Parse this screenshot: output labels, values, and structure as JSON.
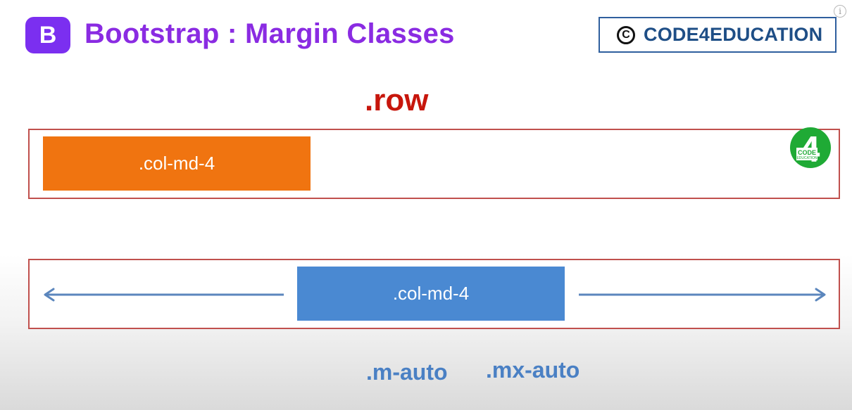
{
  "header": {
    "logo_letter": "B",
    "title": "Bootstrap : Margin Classes",
    "brand_symbol": "C",
    "brand_name": "CODE4EDUCATION",
    "info_symbol": "i"
  },
  "diagram": {
    "row_label": ".row",
    "row1_col_label": ".col-md-4",
    "row2_col_label": ".col-md-4",
    "mini_logo": {
      "digit": "4",
      "word1": "CODE",
      "word2": "EDUCATION"
    },
    "margin_classes": [
      ".m-auto",
      ".mx-auto"
    ]
  },
  "colors": {
    "title_purple": "#8a2be2",
    "bootstrap_purple": "#7b2ff0",
    "row_label_red": "#c7160c",
    "row_border": "#c0504d",
    "col_orange": "#f07410",
    "col_blue": "#4a89d2",
    "arrow_blue": "#5b86bd",
    "class_label_blue": "#4a80c4",
    "brand_blue": "#1e4e86",
    "logo_green": "#1faa35"
  },
  "icons": [
    "bootstrap-logo-icon",
    "copyright-icon",
    "info-icon",
    "code4education-logo-icon",
    "arrow-left-icon",
    "arrow-right-icon"
  ]
}
